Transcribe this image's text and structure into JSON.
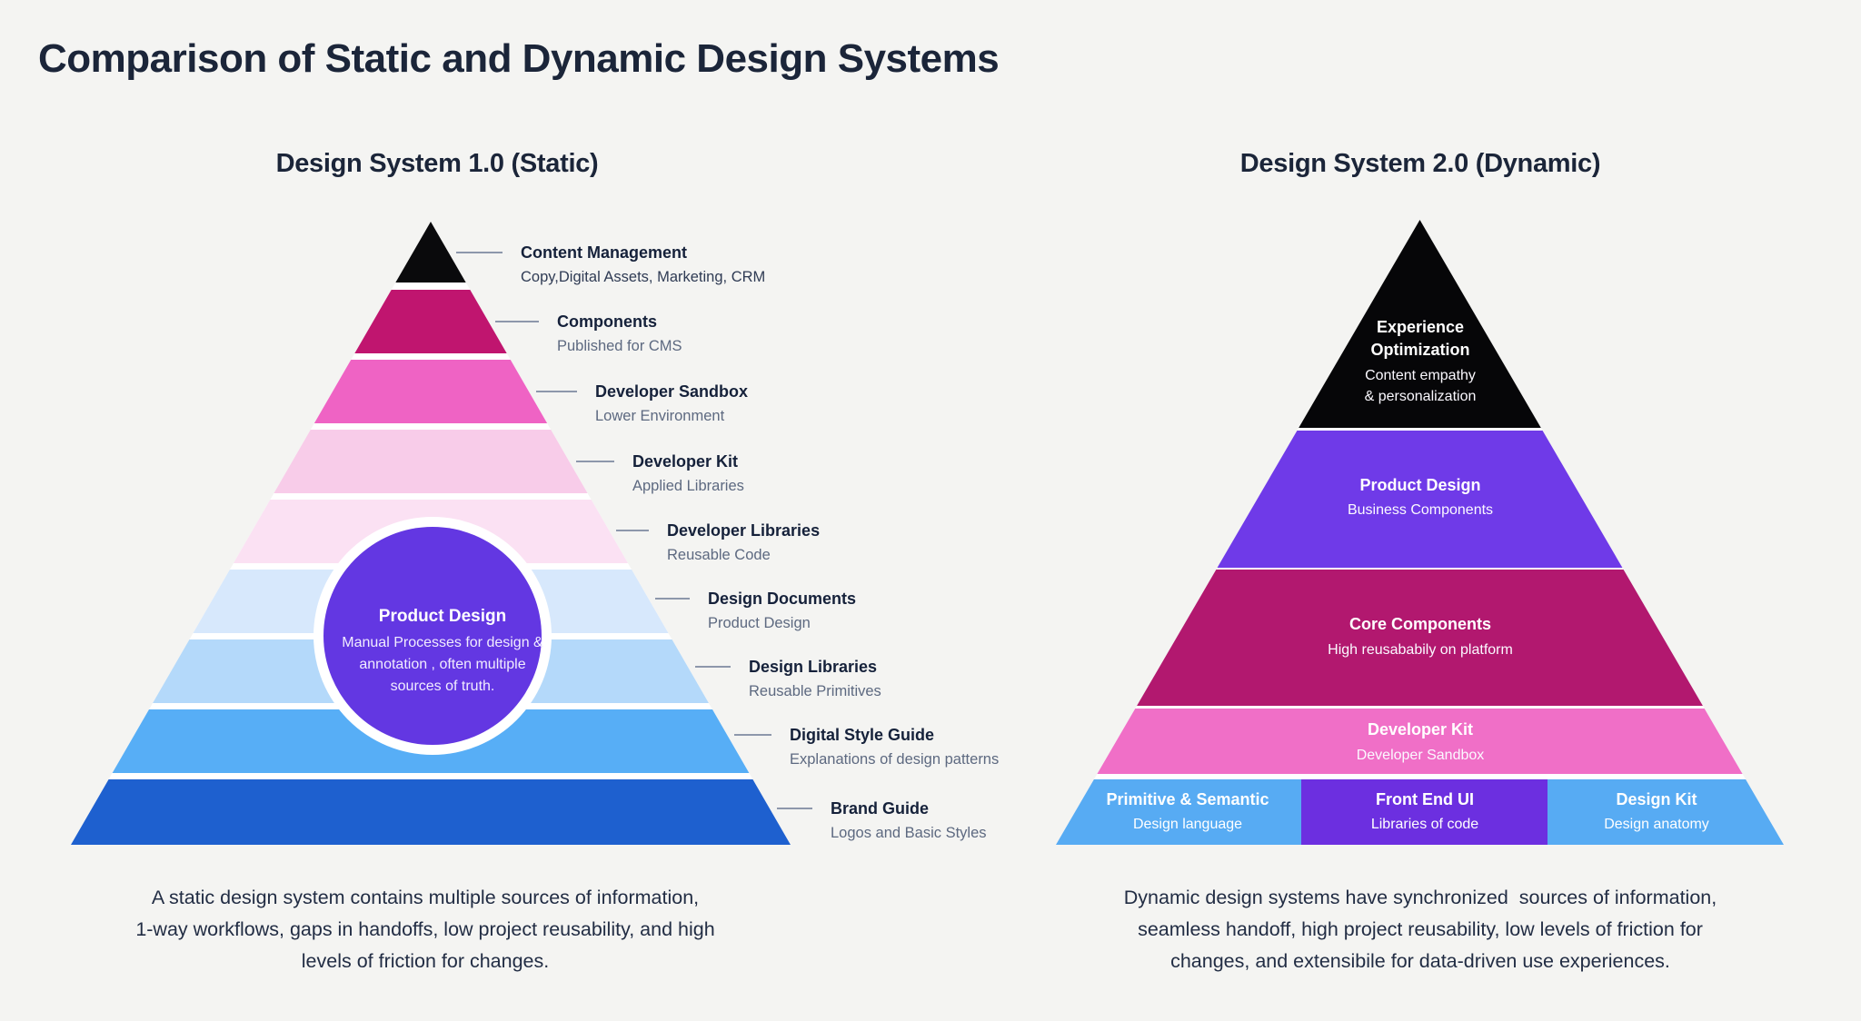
{
  "page": {
    "title": "Comparison of Static and Dynamic Design Systems",
    "background_color": "#f4f4f2",
    "text_color": "#1b2539"
  },
  "left": {
    "heading": "Design System 1.0 (Static)",
    "layers": [
      {
        "label": "Content Management",
        "sublabel": "Copy,Digital Assets, Marketing, CRM",
        "color": "#0a0a0c"
      },
      {
        "label": "Components",
        "sublabel": "Published for CMS",
        "color": "#c0156f"
      },
      {
        "label": "Developer Sandbox",
        "sublabel": "Lower Environment",
        "color": "#ef63c4"
      },
      {
        "label": "Developer Kit",
        "sublabel": "Applied Libraries",
        "color": "#f8cce9"
      },
      {
        "label": "Developer Libraries",
        "sublabel": "Reusable Code",
        "color": "#fbe1f3"
      },
      {
        "label": "Design Documents",
        "sublabel": "Product Design",
        "color": "#d7e8fc"
      },
      {
        "label": "Design Libraries",
        "sublabel": "Reusable Primitives",
        "color": "#b4d9fa"
      },
      {
        "label": "Digital Style Guide",
        "sublabel": "Explanations of design patterns",
        "color": "#57aef6"
      },
      {
        "label": "Brand Guide",
        "sublabel": "Logos and Basic Styles",
        "color": "#1e60cf"
      }
    ],
    "circle": {
      "title": "Product Design",
      "lines": [
        "Manual Processes for design &",
        "annotation , often multiple",
        "sources of truth."
      ],
      "color": "#6337e2"
    },
    "caption_lines": [
      "A static design system contains multiple sources of information,",
      "1-way workflows, gaps in handoffs, low project reusability, and high",
      "levels of friction for changes."
    ]
  },
  "right": {
    "heading": "Design System 2.0 (Dynamic)",
    "layers": [
      {
        "title_lines": [
          "Experience",
          "Optimization"
        ],
        "subtitle_lines": [
          "Content empathy",
          "& personalization"
        ],
        "color": "#060608"
      },
      {
        "title_lines": [
          "Product Design"
        ],
        "subtitle_lines": [
          "Business Components"
        ],
        "color": "#6f3ae8"
      },
      {
        "title_lines": [
          "Core Components"
        ],
        "subtitle_lines": [
          "High reusababily on platform"
        ],
        "color": "#b2186f"
      },
      {
        "title_lines": [
          "Developer Kit"
        ],
        "subtitle_lines": [
          "Developer Sandbox"
        ],
        "color": "#f06fc7"
      }
    ],
    "bottom_row": [
      {
        "title": "Primitive & Semantic",
        "subtitle": "Design language",
        "color": "#57abf3"
      },
      {
        "title": "Front End UI",
        "subtitle": "Libraries of code",
        "color": "#6c2fe0"
      },
      {
        "title": "Design Kit",
        "subtitle": "Design anatomy",
        "color": "#57abf3"
      }
    ],
    "caption_lines": [
      "Dynamic design systems have synchronized  sources of information,",
      "seamless handoff, high project reusability, low levels of friction for",
      "changes, and extensibile for data-driven use experiences."
    ]
  }
}
